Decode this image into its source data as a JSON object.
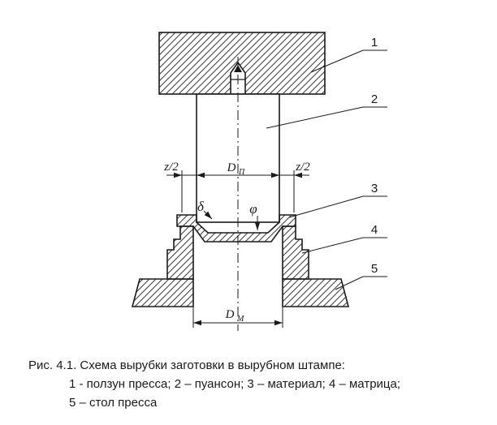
{
  "figure": {
    "part_labels": [
      "1",
      "2",
      "3",
      "4",
      "5"
    ],
    "dimensions": {
      "z2_left": "z/2",
      "z2_right": "z/2",
      "d_letter": "D",
      "dp_subscript": "П",
      "dm_subscript": "М",
      "delta": "δ",
      "phi": "φ"
    }
  },
  "caption": {
    "line1": "Рис. 4.1. Схема вырубки заготовки в вырубном штампе:",
    "line2": "1 - ползун пресса; 2 – пуансон; 3 – материал; 4 – матрица;",
    "line3": "5 – стол пресса"
  },
  "colors": {
    "ink": "#1a1a1a",
    "background": "#ffffff"
  }
}
